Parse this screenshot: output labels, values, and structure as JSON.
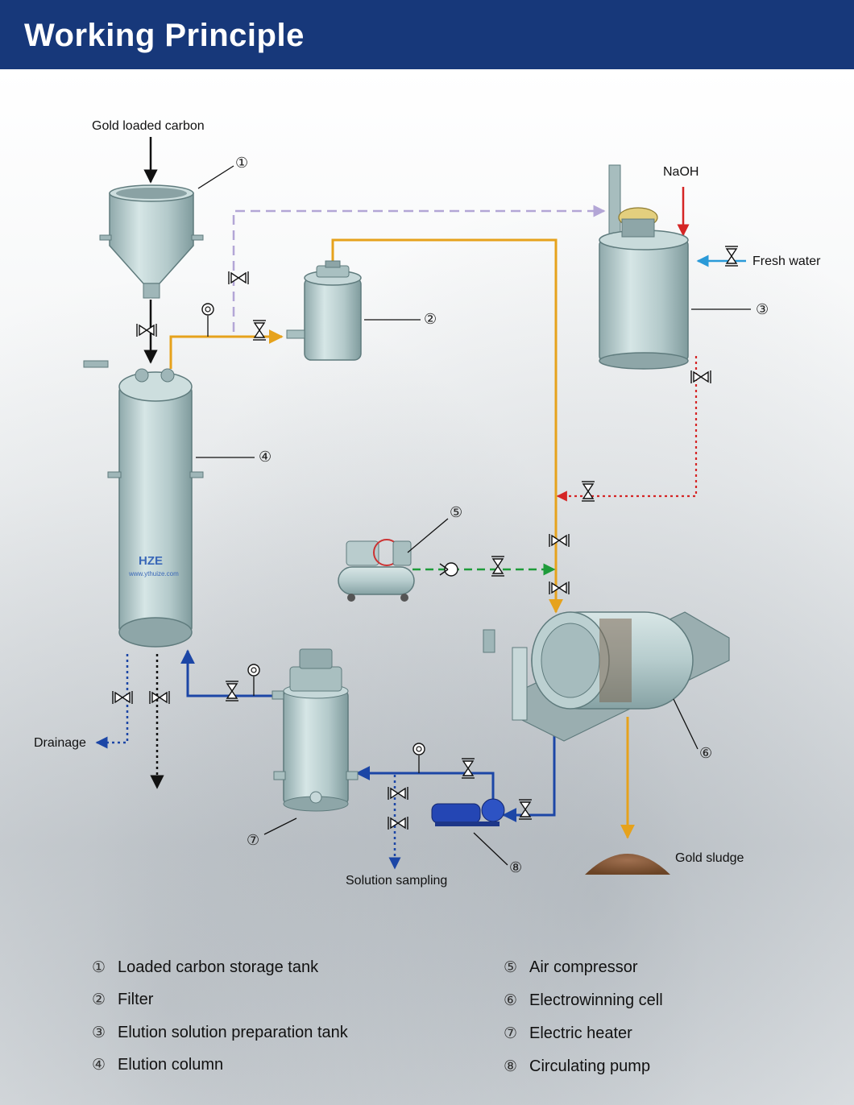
{
  "header": {
    "title": "Working Principle"
  },
  "labels": {
    "gold_loaded_carbon": "Gold loaded carbon",
    "naoh": "NaOH",
    "fresh_water": "Fresh water",
    "drainage": "Drainage",
    "solution_sampling": "Solution sampling",
    "gold_sludge": "Gold sludge"
  },
  "equipment_numbers": {
    "n1": "①",
    "n2": "②",
    "n3": "③",
    "n4": "④",
    "n5": "⑤",
    "n6": "⑥",
    "n7": "⑦",
    "n8": "⑧"
  },
  "logo": {
    "text": "HZE",
    "url": "www.ythuize.com"
  },
  "legend": [
    {
      "num": "①",
      "label": "Loaded carbon storage tank"
    },
    {
      "num": "②",
      "label": "Filter"
    },
    {
      "num": "③",
      "label": "Elution solution preparation tank"
    },
    {
      "num": "④",
      "label": "Elution column"
    },
    {
      "num": "⑤",
      "label": "Air compressor"
    },
    {
      "num": "⑥",
      "label": "Electrowinning cell"
    },
    {
      "num": "⑦",
      "label": "Electric heater"
    },
    {
      "num": "⑧",
      "label": "Circulating pump"
    }
  ],
  "colors": {
    "header_bg": "#17387a",
    "pipe_yellow": "#e6a21c",
    "pipe_blue": "#1c46a6",
    "pipe_red": "#d52525",
    "pipe_green": "#1e9b3a",
    "pipe_purple": "#b3a6d6",
    "water_blue": "#2a9ad8",
    "tank_body": "#b9cfd0"
  }
}
